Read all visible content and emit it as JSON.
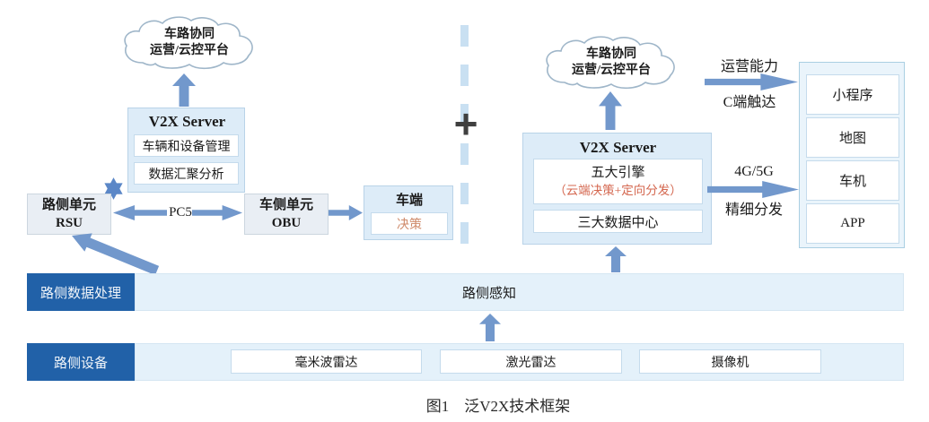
{
  "divider": {
    "plus_sign": "+"
  },
  "left": {
    "cloud": {
      "line1": "车路协同",
      "line2": "运营/云控平台"
    },
    "server": {
      "title": "V2X Server",
      "items": [
        "车辆和设备管理",
        "数据汇聚分析"
      ]
    },
    "rsu": {
      "line1": "路侧单元",
      "line2": "RSU"
    },
    "pc5_label": "PC5",
    "obu": {
      "line1": "车侧单元",
      "line2": "OBU"
    },
    "vehicle": {
      "title": "车端",
      "item": "决策"
    }
  },
  "right": {
    "cloud": {
      "line1": "车路协同",
      "line2": "运营/云控平台"
    },
    "server": {
      "title": "V2X Server",
      "engine_title": "五大引擎",
      "engine_sub": "（云端决策+定向分发）",
      "data_center": "三大数据中心"
    },
    "arrow_top": {
      "above": "运营能力",
      "below": "C端触达"
    },
    "arrow_bottom": {
      "above": "4G/5G",
      "below": "精细分发"
    },
    "apps": [
      "小程序",
      "地图",
      "车机",
      "APP"
    ]
  },
  "bottom": {
    "row1": {
      "label": "路侧数据处理",
      "content": "路侧感知"
    },
    "row2": {
      "label": "路侧设备",
      "devices": [
        "毫米波雷达",
        "激光雷达",
        "摄像机"
      ]
    }
  },
  "caption": "图1　泛V2X技术框架",
  "colors": {
    "arrow_blue": "#7298cc",
    "dark_bar_blue": "#2161a8",
    "light_bar_blue": "#e4f1fa",
    "box_blue_fill": "#ddecf8",
    "highlight_orange": "#d4674f",
    "plus_dark": "#3f3f3f"
  }
}
